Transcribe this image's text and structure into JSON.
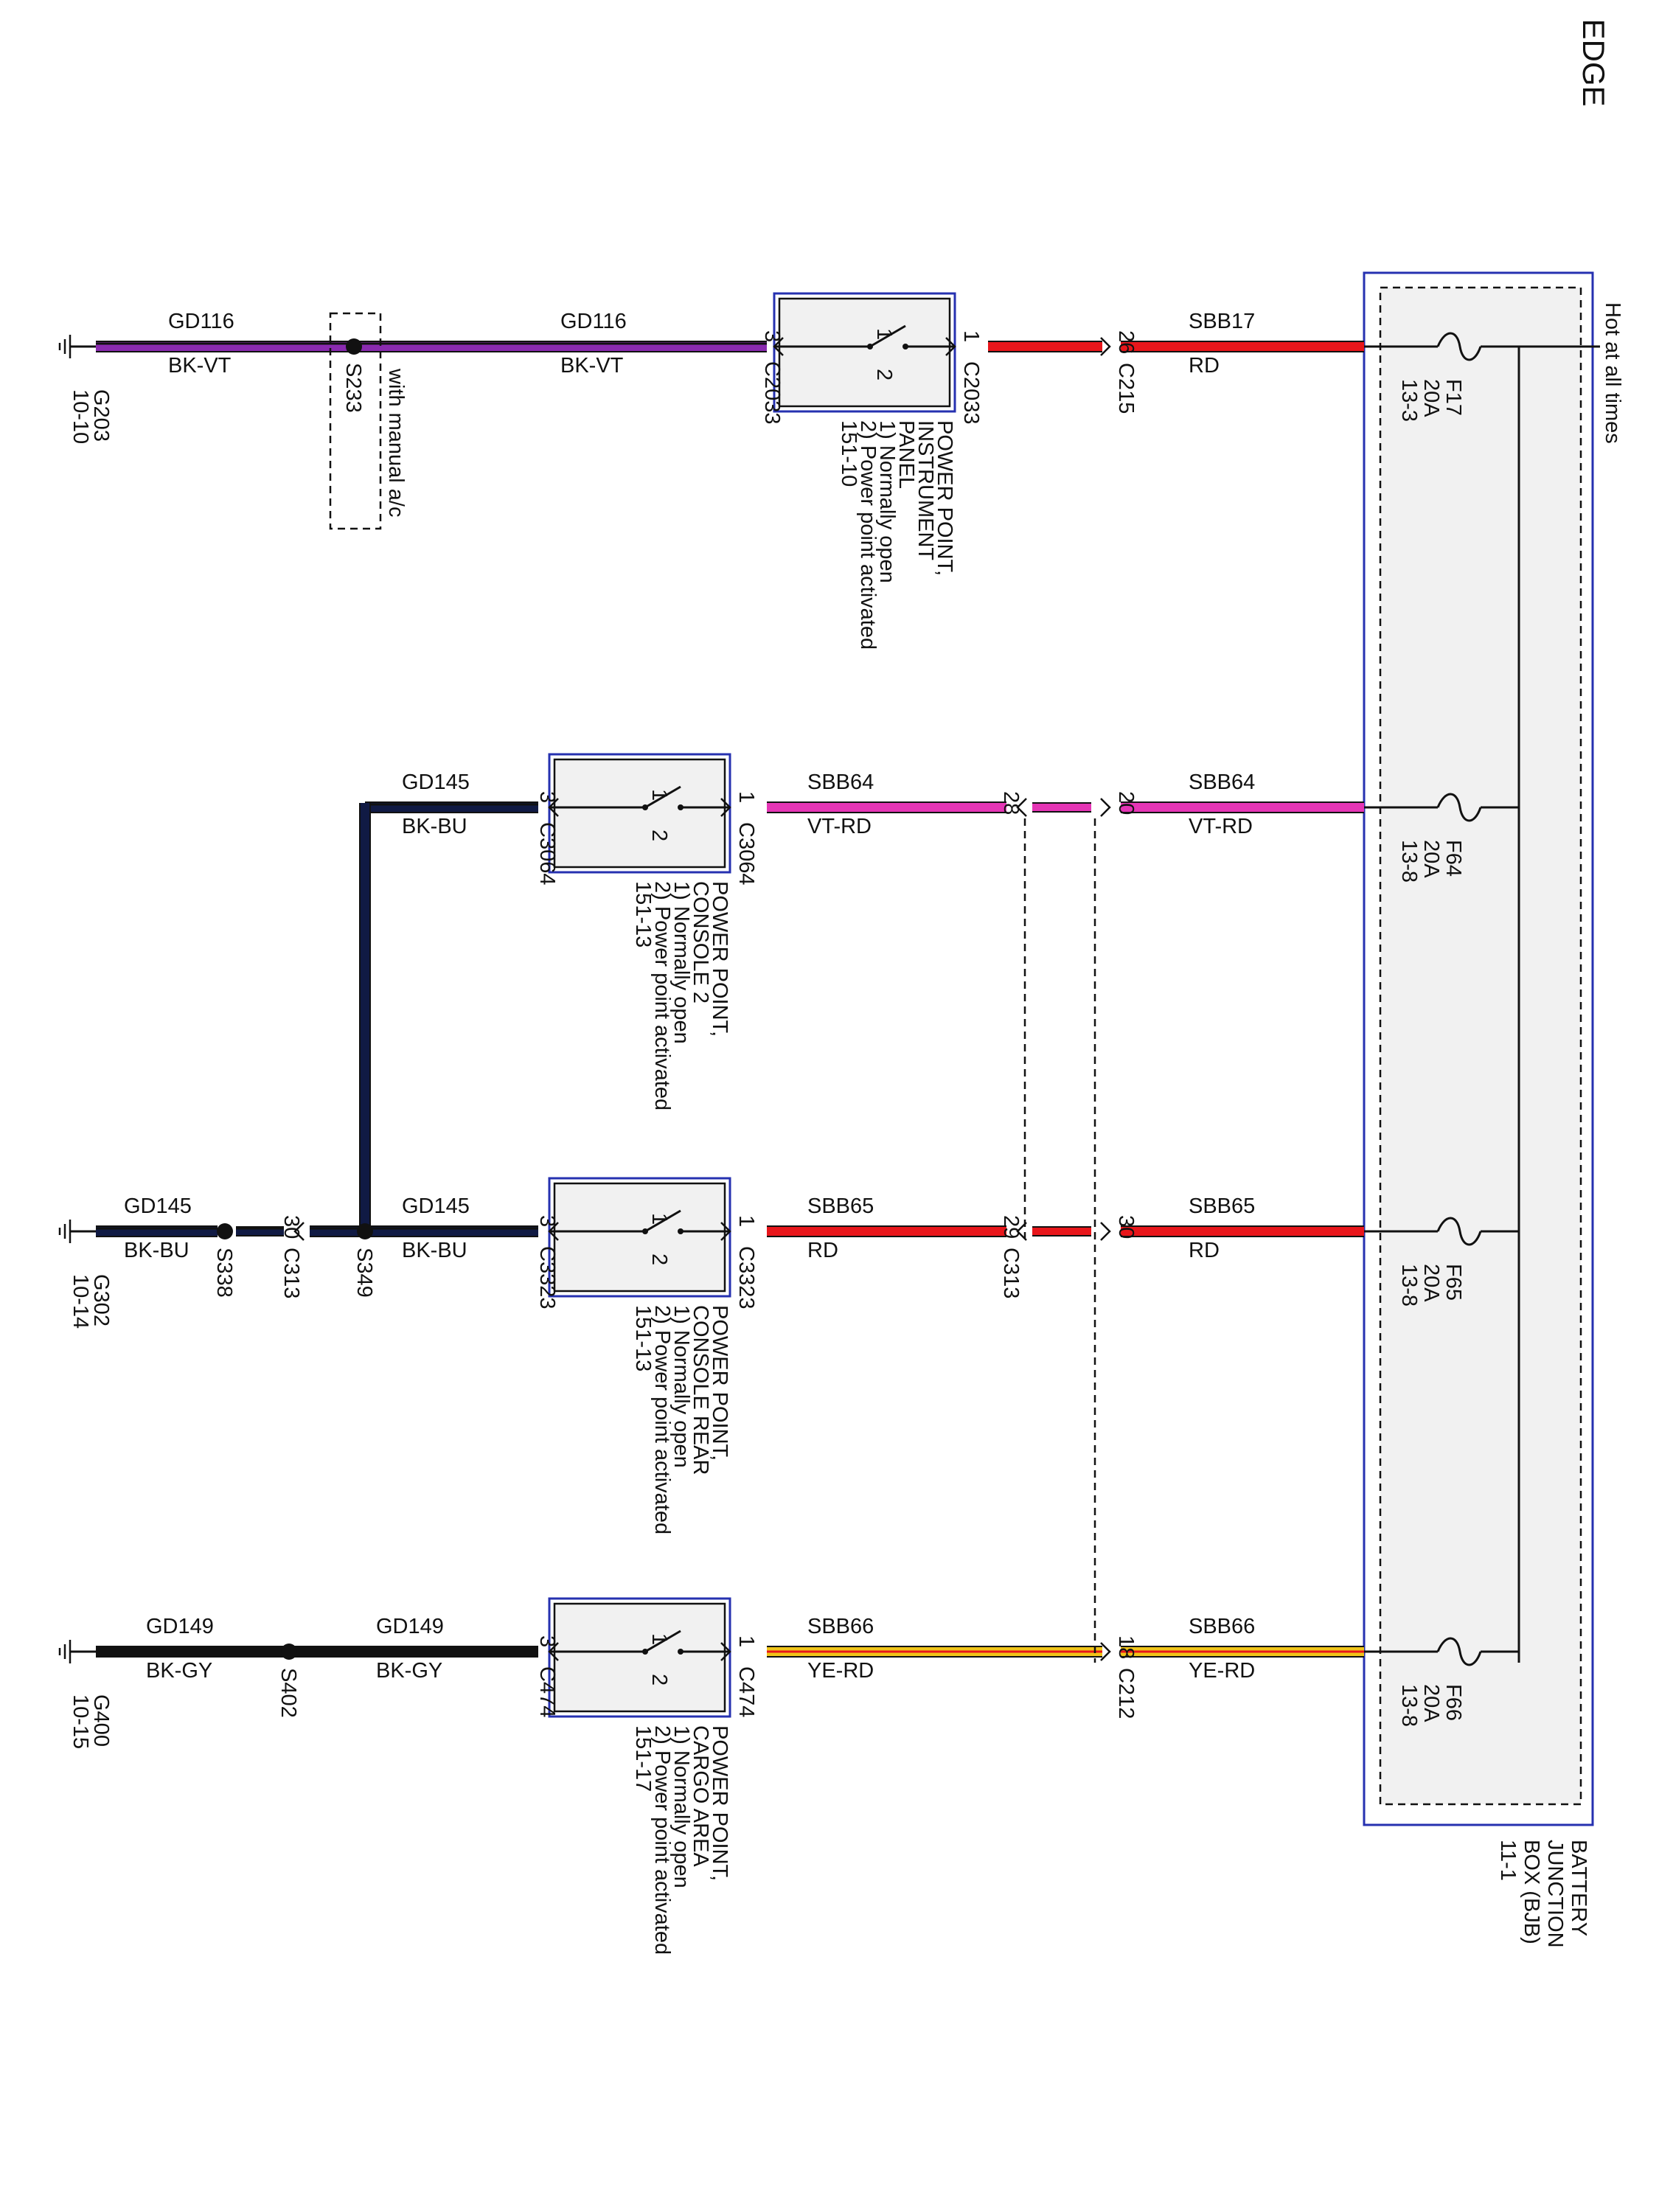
{
  "page": {
    "header": "EDGE"
  },
  "bjb": {
    "title": [
      "BATTERY",
      "JUNCTION",
      "BOX (BJB)",
      "11-1"
    ],
    "hot_label": "Hot at all times",
    "fuses": [
      {
        "name": "F17",
        "rating": "20A",
        "ref": "13-3"
      },
      {
        "name": "F64",
        "rating": "20A",
        "ref": "13-8"
      },
      {
        "name": "F65",
        "rating": "20A",
        "ref": "13-8"
      },
      {
        "name": "F66",
        "rating": "20A",
        "ref": "13-8"
      }
    ]
  },
  "colors": {
    "RD": "#e8161b",
    "VT-RD": "#e535b5",
    "YE-RD": "#f0c419",
    "BK-VT": "#8a2ab0",
    "BK-BU": "#101a44",
    "BK-GY": "#111111",
    "box_blue": "#2631b0",
    "box_fill": "#f1f1f1"
  },
  "circuits": [
    {
      "id": "instrument-panel",
      "fuse_wire": {
        "circuit": "SBB17",
        "color": "RD"
      },
      "inline_connector": {
        "pin": "26",
        "name": "C215"
      },
      "switch": {
        "connector": "C2033",
        "pin_in": "1",
        "pin_out": "3",
        "description": [
          "POWER POINT,",
          "INSTRUMENT",
          "PANEL",
          "1) Normally open",
          "2) Power point activated",
          "151-10"
        ]
      },
      "ground_wires": [
        {
          "circuit": "GD116",
          "color": "BK-VT"
        },
        {
          "circuit": "GD116",
          "color": "BK-VT"
        }
      ],
      "splice": {
        "name": "S233",
        "note": "with manual a/c"
      },
      "ground": {
        "name": "G203",
        "ref": "10-10"
      }
    },
    {
      "id": "console-2",
      "fuse_wire": {
        "circuit": "SBB64",
        "color": "VT-RD"
      },
      "inline_pins": [
        "20",
        "28"
      ],
      "switch_wire": {
        "circuit": "SBB64",
        "color": "VT-RD"
      },
      "switch": {
        "connector": "C3064",
        "pin_in": "1",
        "pin_out": "3",
        "description": [
          "POWER POINT,",
          "CONSOLE 2",
          "1) Normally open",
          "2) Power point activated",
          "151-13"
        ]
      },
      "ground_wire": {
        "circuit": "GD145",
        "color": "BK-BU"
      }
    },
    {
      "id": "console-rear",
      "fuse_wire": {
        "circuit": "SBB65",
        "color": "RD"
      },
      "inline_connector": {
        "pin_a": "30",
        "pin_b": "29",
        "name": "C313"
      },
      "switch_wire": {
        "circuit": "SBB65",
        "color": "RD"
      },
      "switch": {
        "connector": "C3323",
        "pin_in": "1",
        "pin_out": "3",
        "description": [
          "POWER POINT,",
          "CONSOLE REAR",
          "1) Normally open",
          "2) Power point activated",
          "151-13"
        ]
      },
      "ground_wires": [
        {
          "circuit": "GD145",
          "color": "BK-BU"
        },
        {
          "circuit": "GD145",
          "color": "BK-BU"
        }
      ],
      "splices": [
        "S349",
        "S338"
      ],
      "ground_connector": {
        "pin": "30",
        "name": "C313"
      },
      "ground": {
        "name": "G302",
        "ref": "10-14"
      }
    },
    {
      "id": "cargo-area",
      "fuse_wire": {
        "circuit": "SBB66",
        "color": "YE-RD"
      },
      "inline_connector": {
        "pin": "18",
        "name": "C212"
      },
      "switch_wire": {
        "circuit": "SBB66",
        "color": "YE-RD"
      },
      "switch": {
        "connector": "C474",
        "pin_in": "1",
        "pin_out": "3",
        "description": [
          "POWER POINT,",
          "CARGO AREA",
          "1) Normally open",
          "2) Power point activated",
          "151-17"
        ]
      },
      "ground_wires": [
        {
          "circuit": "GD149",
          "color": "BK-GY"
        },
        {
          "circuit": "GD149",
          "color": "BK-GY"
        }
      ],
      "splice": {
        "name": "S402"
      },
      "ground": {
        "name": "G400",
        "ref": "10-15"
      }
    }
  ],
  "switch_pins": {
    "a": "1",
    "b": "2"
  }
}
